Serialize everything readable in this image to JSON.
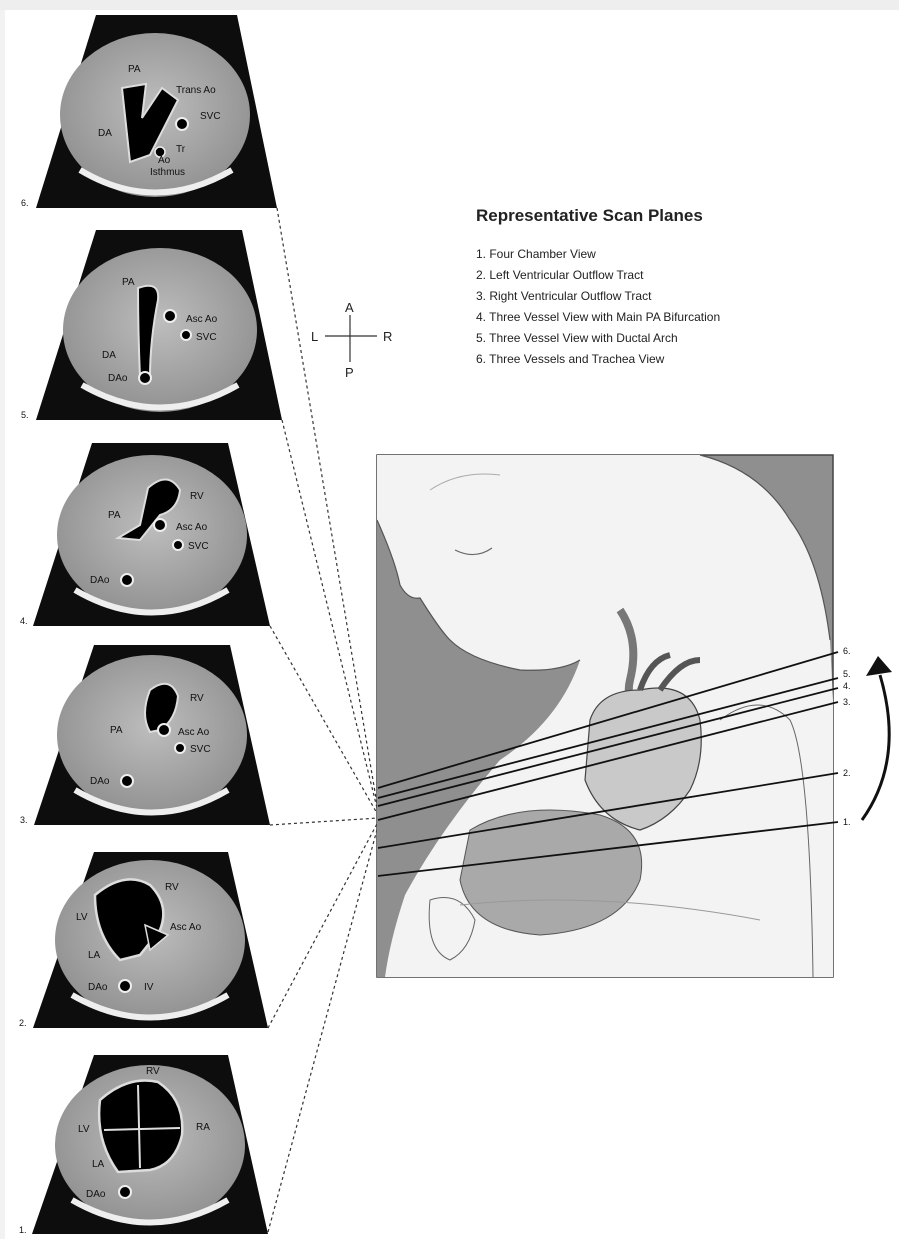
{
  "legend": {
    "title": "Representative Scan Planes",
    "items": [
      "1. Four Chamber View",
      "2. Left Ventricular Outflow Tract",
      "3. Right Ventricular Outflow Tract",
      "4. Three Vessel View with Main PA Bifurcation",
      "5. Three Vessel View with Ductal Arch",
      "6. Three Vessels and Trachea View"
    ]
  },
  "compass": {
    "anterior": "A",
    "posterior": "P",
    "left": "L",
    "right": "R"
  },
  "panels": [
    {
      "number": "6.",
      "labels": [
        "PA",
        "Trans Ao",
        "SVC",
        "DA",
        "Tr",
        "Ao",
        "Isthmus"
      ]
    },
    {
      "number": "5.",
      "labels": [
        "PA",
        "Asc Ao",
        "SVC",
        "DA",
        "DAo"
      ]
    },
    {
      "number": "4.",
      "labels": [
        "RV",
        "PA",
        "Asc Ao",
        "SVC",
        "DAo"
      ]
    },
    {
      "number": "3.",
      "labels": [
        "RV",
        "PA",
        "Asc Ao",
        "SVC",
        "DAo"
      ]
    },
    {
      "number": "2.",
      "labels": [
        "RV",
        "LV",
        "Asc Ao",
        "LA",
        "DAo",
        "IV"
      ]
    },
    {
      "number": "1.",
      "labels": [
        "RV",
        "LV",
        "RA",
        "LA",
        "DAo"
      ]
    }
  ],
  "plane_markers": [
    "6.",
    "5.",
    "4.",
    "3.",
    "2.",
    "1."
  ]
}
